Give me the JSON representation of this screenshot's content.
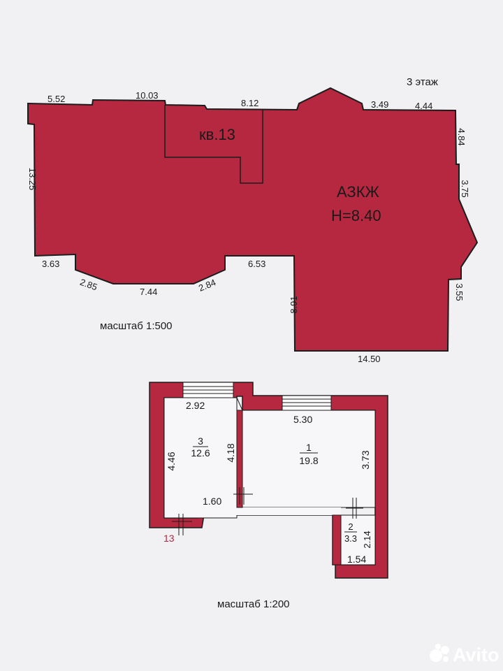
{
  "floor_label": "3 этаж",
  "upper_plan": {
    "apartment_label": "кв.13",
    "building_code": "АЗКЖ",
    "height_label": "H=8.40",
    "scale": "масштаб 1:500",
    "fill_color": "#b5283f",
    "dims": {
      "top_left": "5.52",
      "top_mid": "10.03",
      "top_right_a": "8.12",
      "top_right_b": "3.49",
      "top_right_c": "4.44",
      "left": "13.25",
      "right_upper": "4.84",
      "right_mid": "3.75",
      "right_lower": "3.55",
      "bottom_a": "3.63",
      "bottom_b": "2.85",
      "bottom_c": "7.44",
      "bottom_d": "2.84",
      "bottom_e": "6.53",
      "inner_left": "8.91",
      "bottom_right": "14.50"
    }
  },
  "lower_plan": {
    "scale": "масштаб 1:200",
    "unit_marker": "13",
    "wall_color": "#b5283f",
    "rooms": [
      {
        "number": "3",
        "area": "12.6"
      },
      {
        "number": "1",
        "area": "19.8"
      },
      {
        "number": "2",
        "area": "3.3"
      }
    ],
    "dims": {
      "room3_width": "2.92",
      "room3_height": "4.46",
      "room3_inner": "4.18",
      "room1_width": "5.30",
      "room1_height": "3.73",
      "corridor": "1.60",
      "room2_height": "2.14",
      "room2_width": "1.54"
    }
  },
  "watermark": "Avito"
}
